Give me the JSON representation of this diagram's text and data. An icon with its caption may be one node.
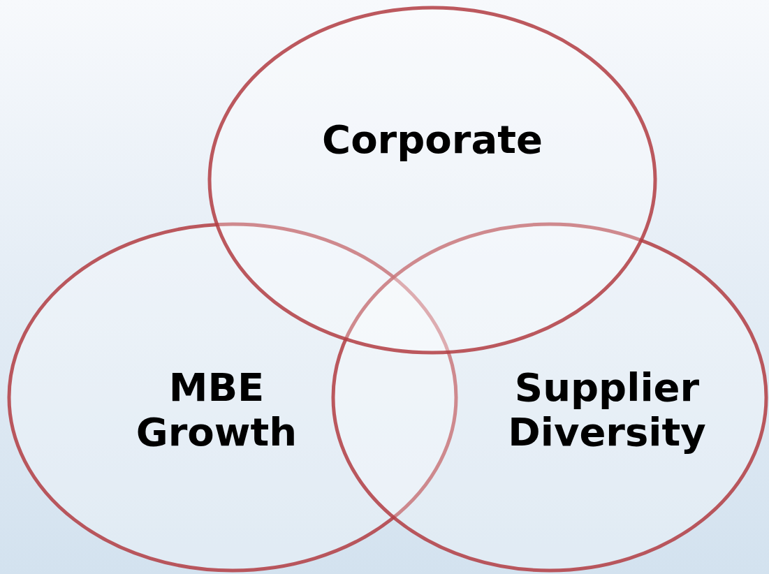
{
  "diagram": {
    "nodes": [
      {
        "text": [
          "Corporate"
        ]
      },
      {
        "text": [
          "MBE Growth"
        ]
      },
      {
        "text": [
          "Supplier Diversity"
        ]
      }
    ]
  }
}
